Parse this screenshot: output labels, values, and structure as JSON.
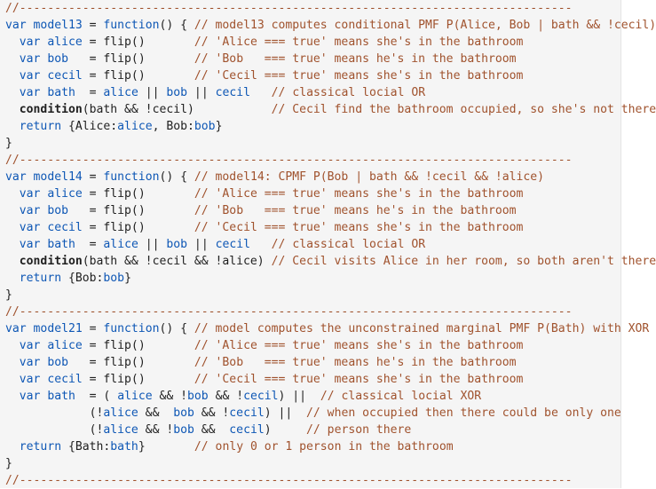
{
  "lines": [
    [
      [
        "cm",
        "//-------------------------------------------------------------------------------"
      ]
    ],
    [
      [
        "kw",
        "var "
      ],
      [
        "var",
        "model13"
      ],
      [
        "txt",
        " = "
      ],
      [
        "kw",
        "function"
      ],
      [
        "txt",
        "() { "
      ],
      [
        "cm",
        "// model13 computes conditional PMF P(Alice, Bob | bath && !cecil)"
      ]
    ],
    [
      [
        "txt",
        "  "
      ],
      [
        "kw",
        "var "
      ],
      [
        "var",
        "alice"
      ],
      [
        "txt",
        " = flip()       "
      ],
      [
        "cm",
        "// 'Alice === true' means she's in the bathroom"
      ]
    ],
    [
      [
        "txt",
        "  "
      ],
      [
        "kw",
        "var "
      ],
      [
        "var",
        "bob"
      ],
      [
        "txt",
        "   = flip()       "
      ],
      [
        "cm",
        "// 'Bob   === true' means he's in the bathroom"
      ]
    ],
    [
      [
        "txt",
        "  "
      ],
      [
        "kw",
        "var "
      ],
      [
        "var",
        "cecil"
      ],
      [
        "txt",
        " = flip()       "
      ],
      [
        "cm",
        "// 'Cecil === true' means she's in the bathroom"
      ]
    ],
    [
      [
        "txt",
        "  "
      ],
      [
        "kw",
        "var "
      ],
      [
        "var",
        "bath"
      ],
      [
        "txt",
        "  = "
      ],
      [
        "var",
        "alice"
      ],
      [
        "txt",
        " || "
      ],
      [
        "var",
        "bob"
      ],
      [
        "txt",
        " || "
      ],
      [
        "var",
        "cecil"
      ],
      [
        "txt",
        "   "
      ],
      [
        "cm",
        "// classical locial OR"
      ]
    ],
    [
      [
        "txt",
        "  "
      ],
      [
        "bold",
        "condition"
      ],
      [
        "txt",
        "(bath && !cecil)           "
      ],
      [
        "cm",
        "// Cecil find the bathroom occupied, so she's not there"
      ]
    ],
    [
      [
        "txt",
        "  "
      ],
      [
        "kw",
        "return"
      ],
      [
        "txt",
        " {Alice:"
      ],
      [
        "var",
        "alice"
      ],
      [
        "txt",
        ", Bob:"
      ],
      [
        "var",
        "bob"
      ],
      [
        "txt",
        "}"
      ]
    ],
    [
      [
        "txt",
        "}"
      ]
    ],
    [
      [
        "cm",
        "//-------------------------------------------------------------------------------"
      ]
    ],
    [
      [
        "kw",
        "var "
      ],
      [
        "var",
        "model14"
      ],
      [
        "txt",
        " = "
      ],
      [
        "kw",
        "function"
      ],
      [
        "txt",
        "() { "
      ],
      [
        "cm",
        "// model14: CPMF P(Bob | bath && !cecil && !alice)"
      ]
    ],
    [
      [
        "txt",
        "  "
      ],
      [
        "kw",
        "var "
      ],
      [
        "var",
        "alice"
      ],
      [
        "txt",
        " = flip()       "
      ],
      [
        "cm",
        "// 'Alice === true' means she's in the bathroom"
      ]
    ],
    [
      [
        "txt",
        "  "
      ],
      [
        "kw",
        "var "
      ],
      [
        "var",
        "bob"
      ],
      [
        "txt",
        "   = flip()       "
      ],
      [
        "cm",
        "// 'Bob   === true' means he's in the bathroom"
      ]
    ],
    [
      [
        "txt",
        "  "
      ],
      [
        "kw",
        "var "
      ],
      [
        "var",
        "cecil"
      ],
      [
        "txt",
        " = flip()       "
      ],
      [
        "cm",
        "// 'Cecil === true' means she's in the bathroom"
      ]
    ],
    [
      [
        "txt",
        "  "
      ],
      [
        "kw",
        "var "
      ],
      [
        "var",
        "bath"
      ],
      [
        "txt",
        "  = "
      ],
      [
        "var",
        "alice"
      ],
      [
        "txt",
        " || "
      ],
      [
        "var",
        "bob"
      ],
      [
        "txt",
        " || "
      ],
      [
        "var",
        "cecil"
      ],
      [
        "txt",
        "   "
      ],
      [
        "cm",
        "// classical locial OR"
      ]
    ],
    [
      [
        "txt",
        "  "
      ],
      [
        "bold",
        "condition"
      ],
      [
        "txt",
        "(bath && !cecil && !alice) "
      ],
      [
        "cm",
        "// Cecil visits Alice in her room, so both aren't there"
      ]
    ],
    [
      [
        "txt",
        "  "
      ],
      [
        "kw",
        "return"
      ],
      [
        "txt",
        " {Bob:"
      ],
      [
        "var",
        "bob"
      ],
      [
        "txt",
        "}"
      ]
    ],
    [
      [
        "txt",
        "}"
      ]
    ],
    [
      [
        "cm",
        "//-------------------------------------------------------------------------------"
      ]
    ],
    [
      [
        "kw",
        "var "
      ],
      [
        "var",
        "model21"
      ],
      [
        "txt",
        " = "
      ],
      [
        "kw",
        "function"
      ],
      [
        "txt",
        "() { "
      ],
      [
        "cm",
        "// model computes the unconstrained marginal PMF P(Bath) with XOR"
      ]
    ],
    [
      [
        "txt",
        "  "
      ],
      [
        "kw",
        "var "
      ],
      [
        "var",
        "alice"
      ],
      [
        "txt",
        " = flip()       "
      ],
      [
        "cm",
        "// 'Alice === true' means she's in the bathroom"
      ]
    ],
    [
      [
        "txt",
        "  "
      ],
      [
        "kw",
        "var "
      ],
      [
        "var",
        "bob"
      ],
      [
        "txt",
        "   = flip()       "
      ],
      [
        "cm",
        "// 'Bob   === true' means he's in the bathroom"
      ]
    ],
    [
      [
        "txt",
        "  "
      ],
      [
        "kw",
        "var "
      ],
      [
        "var",
        "cecil"
      ],
      [
        "txt",
        " = flip()       "
      ],
      [
        "cm",
        "// 'Cecil === true' means she's in the bathroom"
      ]
    ],
    [
      [
        "txt",
        "  "
      ],
      [
        "kw",
        "var "
      ],
      [
        "var",
        "bath"
      ],
      [
        "txt",
        "  = ( "
      ],
      [
        "var",
        "alice"
      ],
      [
        "txt",
        " && !"
      ],
      [
        "var",
        "bob"
      ],
      [
        "txt",
        " && !"
      ],
      [
        "var",
        "cecil"
      ],
      [
        "txt",
        ") ||  "
      ],
      [
        "cm",
        "// classical locial XOR"
      ]
    ],
    [
      [
        "txt",
        "            (!"
      ],
      [
        "var",
        "alice"
      ],
      [
        "txt",
        " &&  "
      ],
      [
        "var",
        "bob"
      ],
      [
        "txt",
        " && !"
      ],
      [
        "var",
        "cecil"
      ],
      [
        "txt",
        ") ||  "
      ],
      [
        "cm",
        "// when occupied then there could be only one"
      ]
    ],
    [
      [
        "txt",
        "            (!"
      ],
      [
        "var",
        "alice"
      ],
      [
        "txt",
        " && !"
      ],
      [
        "var",
        "bob"
      ],
      [
        "txt",
        " &&  "
      ],
      [
        "var",
        "cecil"
      ],
      [
        "txt",
        ")     "
      ],
      [
        "cm",
        "// person there"
      ]
    ],
    [
      [
        "txt",
        "  "
      ],
      [
        "kw",
        "return"
      ],
      [
        "txt",
        " {Bath:"
      ],
      [
        "var",
        "bath"
      ],
      [
        "txt",
        "}       "
      ],
      [
        "cm",
        "// only 0 or 1 person in the bathroom"
      ]
    ],
    [
      [
        "txt",
        "}"
      ]
    ],
    [
      [
        "cm",
        "//-------------------------------------------------------------------------------"
      ]
    ]
  ]
}
